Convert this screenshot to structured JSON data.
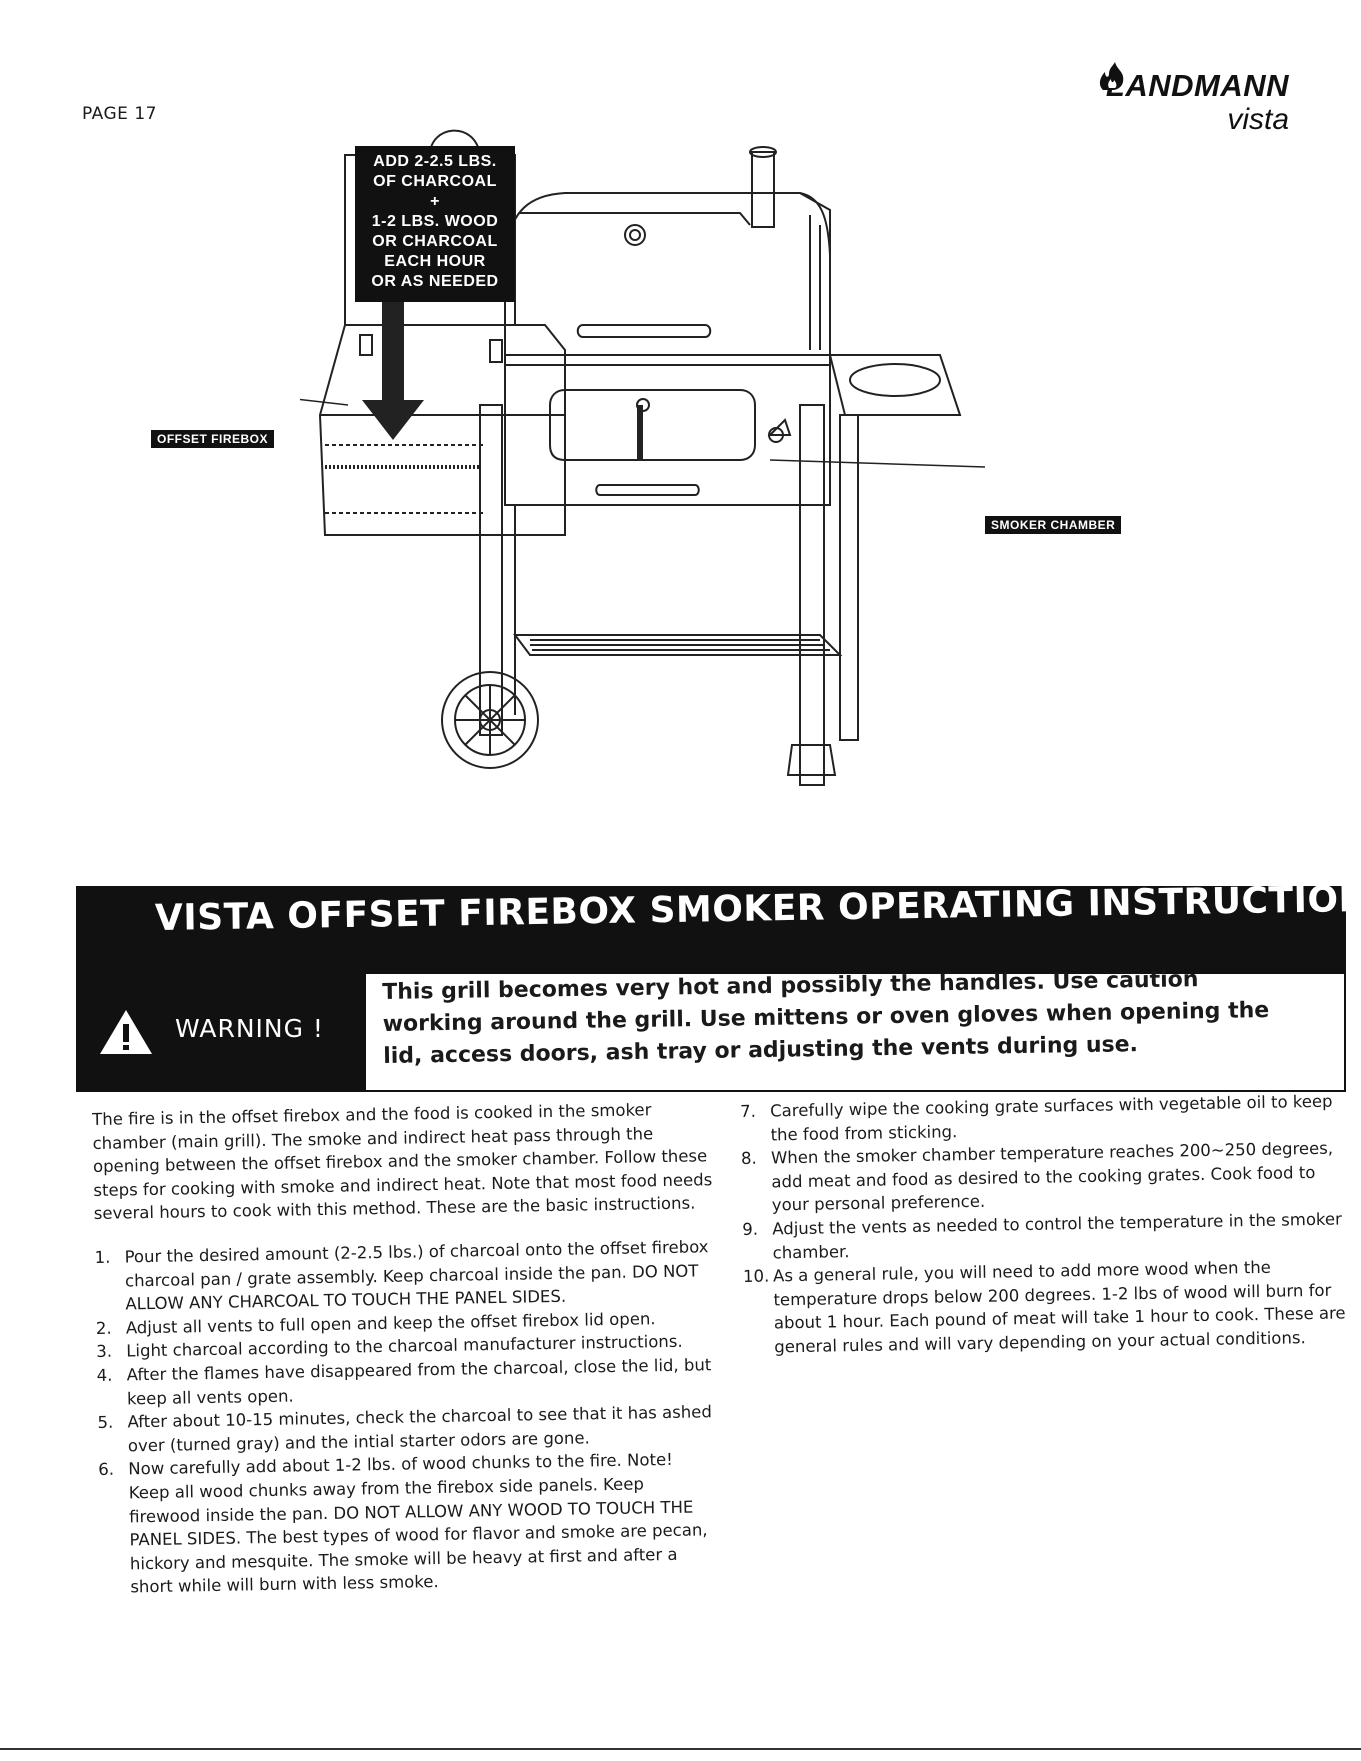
{
  "page": {
    "number": "PAGE 17"
  },
  "brand": {
    "name": "LANDMANN",
    "sub": "vista"
  },
  "illustration": {
    "callout_lines": [
      "ADD 2-2.5 LBS.",
      "OF CHARCOAL",
      "+",
      "1-2 LBS. WOOD",
      "OR CHARCOAL",
      "EACH HOUR",
      "OR AS NEEDED"
    ],
    "label_firebox": "OFFSET FIREBOX",
    "label_smoker": "SMOKER CHAMBER"
  },
  "banner": {
    "title": "VISTA OFFSET FIREBOX SMOKER OPERATING INSTRUCTIONS"
  },
  "warning": {
    "label": "WARNING !",
    "text": "This grill becomes very hot and possibly the handles. Use caution working around the grill. Use mittens or oven gloves when opening the lid, access doors, ash tray or adjusting the vents during use."
  },
  "intro": "The fire is in the offset firebox and the food is cooked in the smoker chamber (main grill). The smoke and indirect heat pass through the opening between the offset firebox and the smoker chamber. Follow these steps for cooking with smoke and indirect heat. Note that most food needs several hours to cook with this method. These are the basic instructions.",
  "steps_left": [
    {
      "num": "1.",
      "text": "Pour the desired amount (2-2.5 lbs.) of charcoal onto the offset firebox charcoal pan / grate assembly. Keep charcoal inside the pan. DO NOT ALLOW ANY CHARCOAL TO TOUCH THE PANEL SIDES."
    },
    {
      "num": "2.",
      "text": "Adjust all vents to full open and keep the offset firebox lid open."
    },
    {
      "num": "3.",
      "text": "Light charcoal according to the charcoal manufacturer instructions."
    },
    {
      "num": "4.",
      "text": "After the flames have disappeared from the charcoal, close the lid, but keep all vents open."
    },
    {
      "num": "5.",
      "text": "After about 10-15 minutes, check the charcoal to see that it has ashed over (turned gray) and the intial starter odors are gone."
    },
    {
      "num": "6.",
      "text": "Now carefully add about 1-2 lbs. of wood chunks to the fire. Note! Keep all wood chunks away from the firebox side panels. Keep firewood inside the pan. DO NOT ALLOW ANY WOOD TO TOUCH THE PANEL SIDES. The best types of wood for flavor and smoke are pecan, hickory and mesquite. The smoke will be heavy at first and after a short while will burn with less smoke."
    }
  ],
  "steps_right": [
    {
      "num": "7.",
      "text": "Carefully wipe the cooking grate surfaces with vegetable oil to keep the food from sticking."
    },
    {
      "num": "8.",
      "text": "When the smoker chamber temperature reaches 200~250 degrees, add meat and food as desired to the cooking grates. Cook food to your personal preference."
    },
    {
      "num": "9.",
      "text": "Adjust the vents as needed to control the temperature in the smoker chamber."
    },
    {
      "num": "10.",
      "text": "As a general rule, you will need to add more wood when the temperature drops below 200 degrees. 1-2 lbs of wood will burn for about 1 hour. Each pound of meat will take 1 hour to cook. These are general rules and will vary depending on your actual conditions."
    }
  ],
  "colors": {
    "ink": "#111111",
    "paper": "#ffffff"
  }
}
